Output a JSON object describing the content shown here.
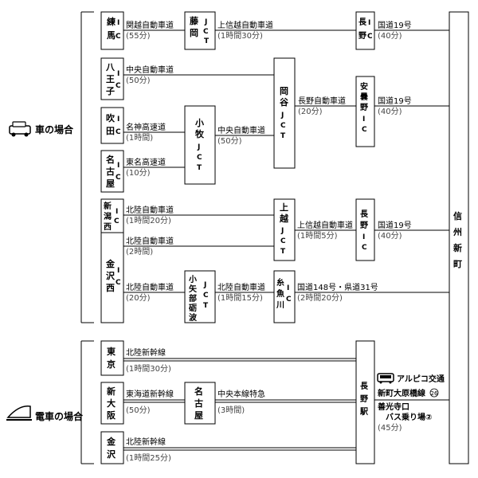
{
  "car": {
    "label": "車の場合",
    "icon": "car-icon",
    "nodes": {
      "nerima": "練馬IC",
      "hachioji": "八王子IC",
      "suita": "吹田IC",
      "nagoya": "名古屋IC",
      "niigata": "新潟西IC",
      "kanazawa": "金沢西IC",
      "fujioka": "藤岡JCT",
      "okaya": "岡谷JCT",
      "komaki": "小牧JCT",
      "joetsu": "上越JCT",
      "oyabe": "小矢部砺波JCT",
      "itoigawa": "糸魚川IC",
      "nagano_ic_top": "長野IC",
      "azumino": "安曇野IC",
      "nagano_ic_mid": "長野IC"
    },
    "edges": [
      {
        "id": "e1",
        "name": "関越自動車道",
        "time": "(55分)"
      },
      {
        "id": "e2",
        "name": "上信越自動車道",
        "time": "(1時間30分)"
      },
      {
        "id": "e3",
        "name": "国道19号",
        "time": "(40分)"
      },
      {
        "id": "e4",
        "name": "中央自動車道",
        "time": "(50分)"
      },
      {
        "id": "e5",
        "name": "名神高速道",
        "time": "(1時間)"
      },
      {
        "id": "e6",
        "name": "東名高速道",
        "time": "(10分)"
      },
      {
        "id": "e7",
        "name": "中央自動車道",
        "time": "(50分)"
      },
      {
        "id": "e8",
        "name": "長野自動車道",
        "time": "(20分)"
      },
      {
        "id": "e9",
        "name": "国道19号",
        "time": "(40分)"
      },
      {
        "id": "e10",
        "name": "北陸自動車道",
        "time": "(1時間20分)"
      },
      {
        "id": "e11",
        "name": "北陸自動車道",
        "time": "(2時間)"
      },
      {
        "id": "e12",
        "name": "上信越自動車道",
        "time": "(1時間5分)"
      },
      {
        "id": "e13",
        "name": "国道19号",
        "time": "(40分)"
      },
      {
        "id": "e14",
        "name": "北陸自動車道",
        "time": "(20分)"
      },
      {
        "id": "e15",
        "name": "北陸自動車道",
        "time": "(1時間15分)"
      },
      {
        "id": "e16",
        "name": "国道148号・県道31号",
        "time": "(2時間20分)"
      }
    ]
  },
  "train": {
    "label": "電車の場合",
    "icon": "train-icon",
    "nodes": {
      "tokyo": "東京",
      "shinosaka": "新大阪",
      "nagoya": "名古屋",
      "kanazawa": "金沢",
      "nagano_st": "長野駅"
    },
    "edges": [
      {
        "id": "t1",
        "name": "北陸新幹線",
        "time": "(1時間30分)"
      },
      {
        "id": "t2",
        "name": "東海道新幹線",
        "time": "(50分)"
      },
      {
        "id": "t3",
        "name": "中央本線特急",
        "time": "(3時間)"
      },
      {
        "id": "t4",
        "name": "北陸新幹線",
        "time": "(1時間25分)"
      }
    ],
    "bus": {
      "icon": "bus-icon",
      "company": "アルピコ交通",
      "line1": "新町大原橋線",
      "badge": "26",
      "line2": "善光寺口",
      "line3": "バス乗り場②",
      "time": "(45分)"
    }
  },
  "destination": "信州新町"
}
